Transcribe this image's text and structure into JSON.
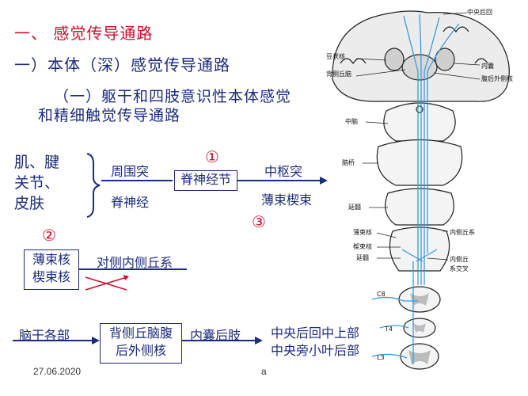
{
  "heading": {
    "section": "一、 感觉传导通路",
    "sub": "一）本体（深）感觉传导通路",
    "subsub_line1": "（一）躯干和四肢意识性本体感觉",
    "subsub_line2": "和精细触觉传导通路"
  },
  "flow1": {
    "source_lines": [
      "肌、腱",
      "关节、",
      "皮肤"
    ],
    "upper_path": "周围突",
    "lower_path": "脊神经",
    "circle_1": "①",
    "box": "脊神经节",
    "upper_out": "中枢突",
    "lower_out": "薄束楔束",
    "circle_3": "③"
  },
  "flow2": {
    "circle_2": "②",
    "box_line1": "薄束核",
    "box_line2": "楔束核",
    "out_label": "对侧内侧丘系"
  },
  "flow3": {
    "source": "脑干各部",
    "box_line1": "背侧丘脑腹",
    "box_line2": "后外侧核",
    "mid_label": "内囊后肢",
    "dest_line1": "中央后回中上部",
    "dest_line2": "中央旁小叶后部"
  },
  "footer": {
    "date": "27.06.2020",
    "mark": "a"
  },
  "figure": {
    "labels": {
      "central_gyrus": "中央后回",
      "lentiform": "豆状核",
      "dorsal_thalamus": "背侧丘脑",
      "internal_capsule": "内囊",
      "vpl": "腹后外侧核",
      "midbrain": "中脑",
      "pons": "脑桥",
      "medulla": "延髓",
      "medial_lemniscus": "内侧丘系",
      "gracile_nucleus": "薄束核",
      "cuneate_nucleus": "楔束核",
      "medulla2": "延髓",
      "decussation_line1": "内侧丘",
      "decussation_line2": "系交叉",
      "c8": "C8",
      "t4": "T4",
      "l3": "L3"
    }
  },
  "colors": {
    "accent_red": "#c8102e",
    "text_navy": "#1c2b7a",
    "pathway_blue": "#3a9ad9"
  }
}
